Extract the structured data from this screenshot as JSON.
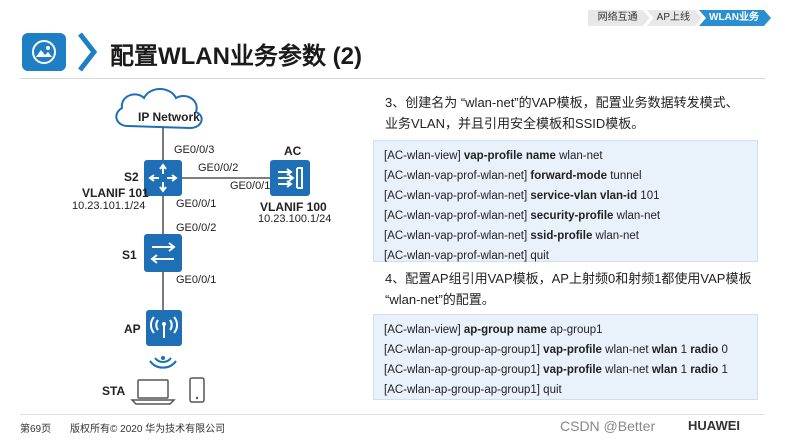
{
  "breadcrumb": [
    "网络互通",
    "AP上线",
    "WLAN业务"
  ],
  "title": "配置WLAN业务参数 (2)",
  "diagram": {
    "cloud": "IP Network",
    "s2_port_top": "GE0/0/3",
    "s2_port_right": "GE0/0/2",
    "ac_port": "GE0/0/1",
    "s2_name": "S2",
    "s2_vlanif": "VLANIF 101",
    "s2_ip": "10.23.101.1/24",
    "ac_name": "AC",
    "ac_vlanif": "VLANIF 100",
    "ac_ip": "10.23.100.1/24",
    "s2_port_down": "GE0/0/1",
    "s1_port_up": "GE0/0/2",
    "s1_name": "S1",
    "s1_port_down": "GE0/0/1",
    "ap_name": "AP",
    "sta_name": "STA"
  },
  "step3": {
    "line1": "3、创建名为 “wlan-net”的VAP模板，配置业务数据转发模式、",
    "line2": "业务VLAN，并且引用安全模板和SSID模板。"
  },
  "code1": [
    {
      "prompt": "[AC-wlan-view] ",
      "kw": "vap-profile name",
      "rest": " wlan-net"
    },
    {
      "prompt": "[AC-wlan-vap-prof-wlan-net] ",
      "kw": "forward-mode",
      "rest": " tunnel"
    },
    {
      "prompt": "[AC-wlan-vap-prof-wlan-net] ",
      "kw": "service-vlan vlan-id",
      "rest": " 101"
    },
    {
      "prompt": "[AC-wlan-vap-prof-wlan-net] ",
      "kw": "security-profile",
      "rest": " wlan-net"
    },
    {
      "prompt": "[AC-wlan-vap-prof-wlan-net] ",
      "kw": "ssid-profile",
      "rest": " wlan-net"
    },
    {
      "prompt": "[AC-wlan-vap-prof-wlan-net] ",
      "kw": "",
      "rest": "quit"
    }
  ],
  "step4": {
    "line1": "4、配置AP组引用VAP模板，AP上射频0和射频1都使用VAP模板",
    "line2": "“wlan-net”的配置。"
  },
  "code2": [
    {
      "prompt": "[AC-wlan-view] ",
      "kw": "ap-group name",
      "rest": " ap-group1"
    },
    {
      "prompt": "[AC-wlan-ap-group-ap-group1] ",
      "kw": "vap-profile",
      "rest": " wlan-net ",
      "kw2": "wlan",
      "rest2": " 1 ",
      "kw3": "radio",
      "rest3": " 0"
    },
    {
      "prompt": "[AC-wlan-ap-group-ap-group1] ",
      "kw": "vap-profile",
      "rest": " wlan-net ",
      "kw2": "wlan",
      "rest2": " 1 ",
      "kw3": "radio",
      "rest3": " 1"
    },
    {
      "prompt": "[AC-wlan-ap-group-ap-group1] ",
      "kw": "",
      "rest": "quit"
    }
  ],
  "footer": {
    "page": "第69页",
    "copyright": "版权所有© 2020 华为技术有限公司",
    "watermark": "CSDN @Better",
    "logo": "HUAWEI"
  },
  "colors": {
    "accent": "#1e7fc4",
    "device": "#1f6fb6",
    "code_bg": "#e9f1fa"
  }
}
